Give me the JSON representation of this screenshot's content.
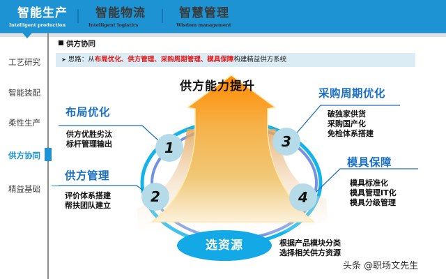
{
  "topnav": {
    "tabs": [
      {
        "label": "智能生产",
        "sublabel": "Intelligent production",
        "active": true
      },
      {
        "label": "智能物流",
        "sublabel": "Intelligent logistics",
        "active": false
      },
      {
        "label": "智慧管理",
        "sublabel": "Wisdom management",
        "active": false
      }
    ],
    "colors": {
      "bar": "#1e93d3",
      "active_text": "#ffffff",
      "inactive_text": "#3a3a3a"
    }
  },
  "sidebar": {
    "items": [
      {
        "label": "工艺研究",
        "active": false
      },
      {
        "label": "智能装配",
        "active": false
      },
      {
        "label": "柔性生产",
        "active": false
      },
      {
        "label": "供方协同",
        "active": true
      },
      {
        "label": "精益基础",
        "active": false
      }
    ]
  },
  "section": {
    "title": "供方协同",
    "idea": {
      "prefix": "思路：从",
      "highlight": "布局优化、供方管理、采购周期管理、模具保障",
      "suffix": "构建精益供方系统"
    }
  },
  "diagram": {
    "title": "供方能力提升",
    "items": [
      {
        "num": "1",
        "heading": "布局优化",
        "lines": [
          "供方优胜劣汰",
          "标杆管理输出"
        ]
      },
      {
        "num": "2",
        "heading": "供方管理",
        "lines": [
          "评价体系搭建",
          "帮扶团队建立"
        ]
      },
      {
        "num": "3",
        "heading": "采购周期优化",
        "lines": [
          "破独家供货",
          "采购国产化",
          "免检体系搭建"
        ]
      },
      {
        "num": "4",
        "heading": "模具保障",
        "lines": [
          "模具标准化",
          "模具管理IT化",
          "模具分级管理"
        ]
      }
    ],
    "base": {
      "label": "选资源",
      "lines": [
        "根据产品模块分类",
        "选择相关供方资源"
      ]
    },
    "colors": {
      "heading": "#1a6fc4",
      "arrow": "#f7931e",
      "ring_outer": "#12b4ea",
      "ring_inner": "#6f8fe0",
      "badge": "#b6dbe8",
      "base": "#12a9e6"
    }
  },
  "watermark": "头条 @职场文先生"
}
